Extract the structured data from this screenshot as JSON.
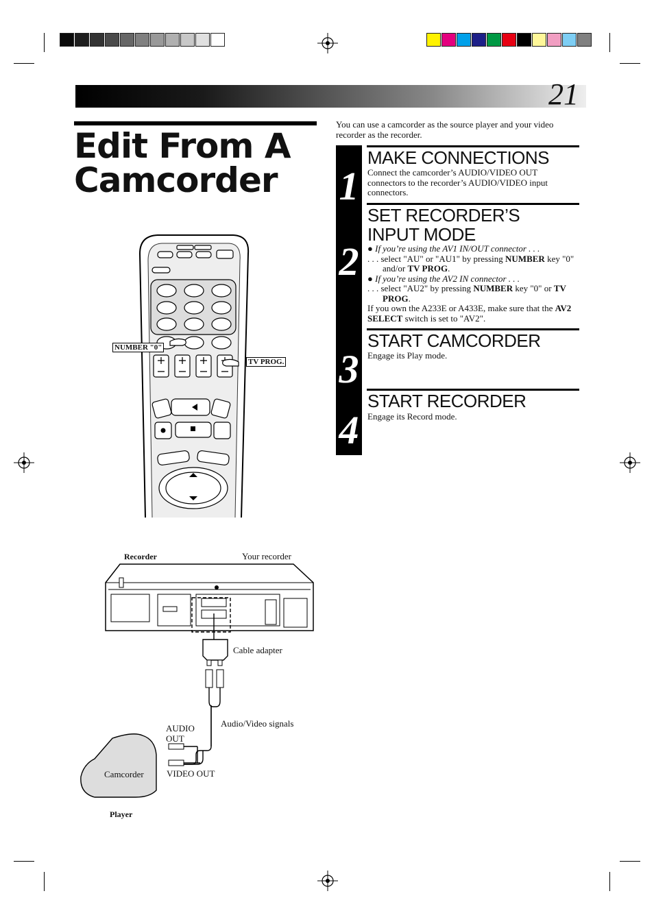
{
  "page_number": "21",
  "title_line1": "Edit From A",
  "title_line2": "Camcorder",
  "intro": "You can use a camcorder as the source player and your video recorder as the recorder.",
  "steps": [
    {
      "number": "1",
      "heading": "MAKE CONNECTIONS",
      "text": "Connect the camcorder’s AUDIO/VIDEO OUT connectors to the recorder’s AUDIO/VIDEO input connectors."
    },
    {
      "number": "2",
      "heading": "SET RECORDER’S INPUT MODE",
      "bullet1": "If you’re using the AV1 IN/OUT connector . . .",
      "line1_pre": ". . . select \"AU\" or \"AU1\" by pressing ",
      "line1_key": "NUMBER",
      "line1_mid": " key \"0\" and/or ",
      "line1_key2": "TV PROG",
      "line1_end": ".",
      "bullet2": "If you’re using the AV2 IN connector . . .",
      "line2_pre": ". . . select \"AU2\" by pressing ",
      "line2_key": "NUMBER",
      "line2_mid": " key \"0\" or ",
      "line2_key2": "TV PROG",
      "line2_end": ".",
      "note_pre": "If you own the A233E or A433E, make sure that the ",
      "note_key": "AV2 SELECT",
      "note_end": " switch is set to \"AV2\"."
    },
    {
      "number": "3",
      "heading": "START CAMCORDER",
      "text": "Engage its Play mode."
    },
    {
      "number": "4",
      "heading": "START RECORDER",
      "text": "Engage its Record mode."
    }
  ],
  "remote_labels": {
    "number0": "NUMBER \"0\"",
    "tvprog": "TV PROG."
  },
  "diagram_labels": {
    "recorder": "Recorder",
    "your_recorder": "Your recorder",
    "cable_adapter": "Cable adapter",
    "av_signals": "Audio/Video signals",
    "audio_out": "AUDIO OUT",
    "video_out": "VIDEO OUT",
    "camcorder": "Camcorder",
    "player": "Player"
  },
  "colors": {
    "gray_swatches": [
      "#0a0a0a",
      "#1e1e1e",
      "#333333",
      "#4a4a4a",
      "#666666",
      "#808080",
      "#999999",
      "#b0b0b0",
      "#c8c8c8",
      "#e0e0e0",
      "#ffffff"
    ],
    "color_swatches": [
      "#fff200",
      "#e4007f",
      "#00a0e9",
      "#1d2088",
      "#009944",
      "#e60012",
      "#000000",
      "#fff799",
      "#f19ec2",
      "#7ecef4",
      "#808080"
    ]
  }
}
